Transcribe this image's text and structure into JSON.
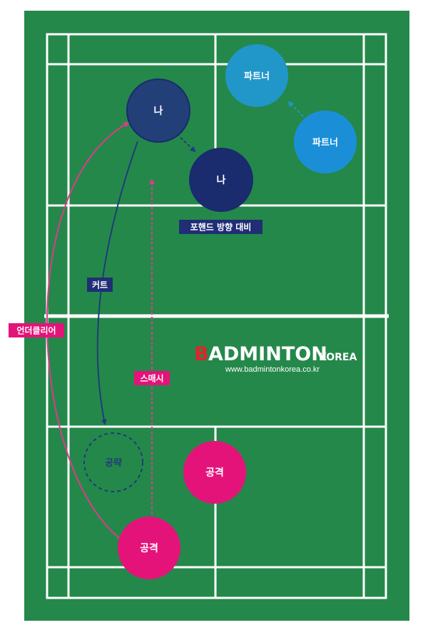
{
  "colors": {
    "court_green": "#24884a",
    "court_lines": "#ffffff",
    "me_dark": "#233f78",
    "me_navy": "#1a2b6e",
    "partner_mid": "#2196c9",
    "partner_bright": "#1a8fd8",
    "attack_pink": "#e4137a",
    "arrow_pink": "#dd3b8b",
    "arrow_navy": "#1f3d7a",
    "target_dash": "#1f3d7a",
    "label_pink_bg": "#e4137a",
    "label_navy_bg": "#1f2e75",
    "logo_red": "#e4222a"
  },
  "players": {
    "me_1": "나",
    "me_2": "나",
    "partner_1": "파트너",
    "partner_2": "파트너",
    "attacker_front": "공격",
    "attacker_back": "공격",
    "target_spot": "공략"
  },
  "labels": {
    "forehand_note": "포핸드 방향 대비",
    "cut": "커트",
    "underclear": "언더클리어",
    "smash": "스매시"
  },
  "logo": {
    "initial": "B",
    "rest": "ADMINTON",
    "korea": "KOREA",
    "url": "www.badmintonkorea.co.kr"
  }
}
